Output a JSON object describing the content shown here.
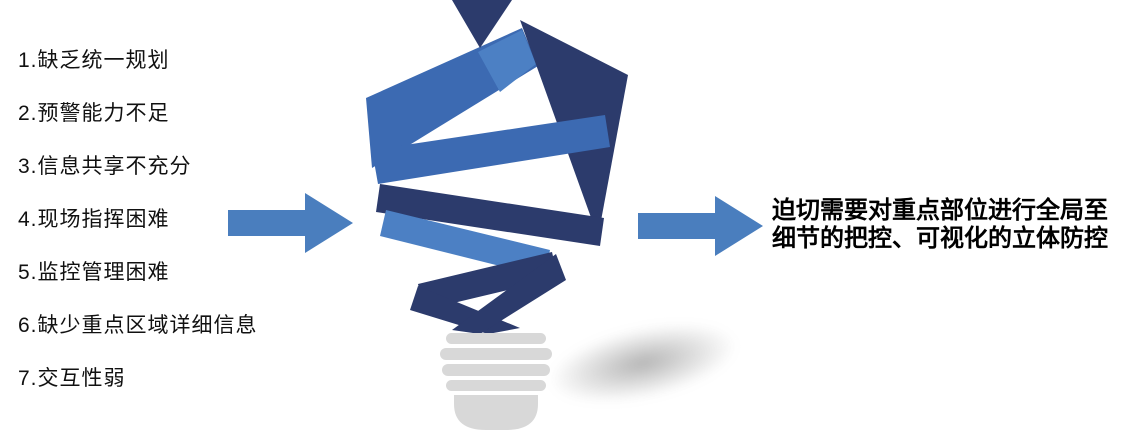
{
  "left_list": {
    "items": [
      "1.缺乏统一规划",
      "2.预警能力不足",
      "3.信息共享不充分",
      "4.现场指挥困难",
      "5.监控管理困难",
      "6.缺少重点区域详细信息",
      "7.交互性弱"
    ]
  },
  "conclusion": {
    "lines": [
      "迫切需要对重点部位进行全局至",
      "细节的把控、可视化的立体防控"
    ]
  },
  "icons": {
    "left_arrow": "block-arrow-right",
    "right_arrow": "block-arrow-right",
    "center_graphic": "ribbon-lightbulb"
  },
  "colors": {
    "arrow_blue": "#4A7EBE",
    "ribbon_dark": "#2C3B6C",
    "ribbon_mid": "#3C6AB2",
    "ribbon_light": "#4C80C4",
    "base_gray": "#D8D8D8",
    "text_color": "#111111"
  }
}
